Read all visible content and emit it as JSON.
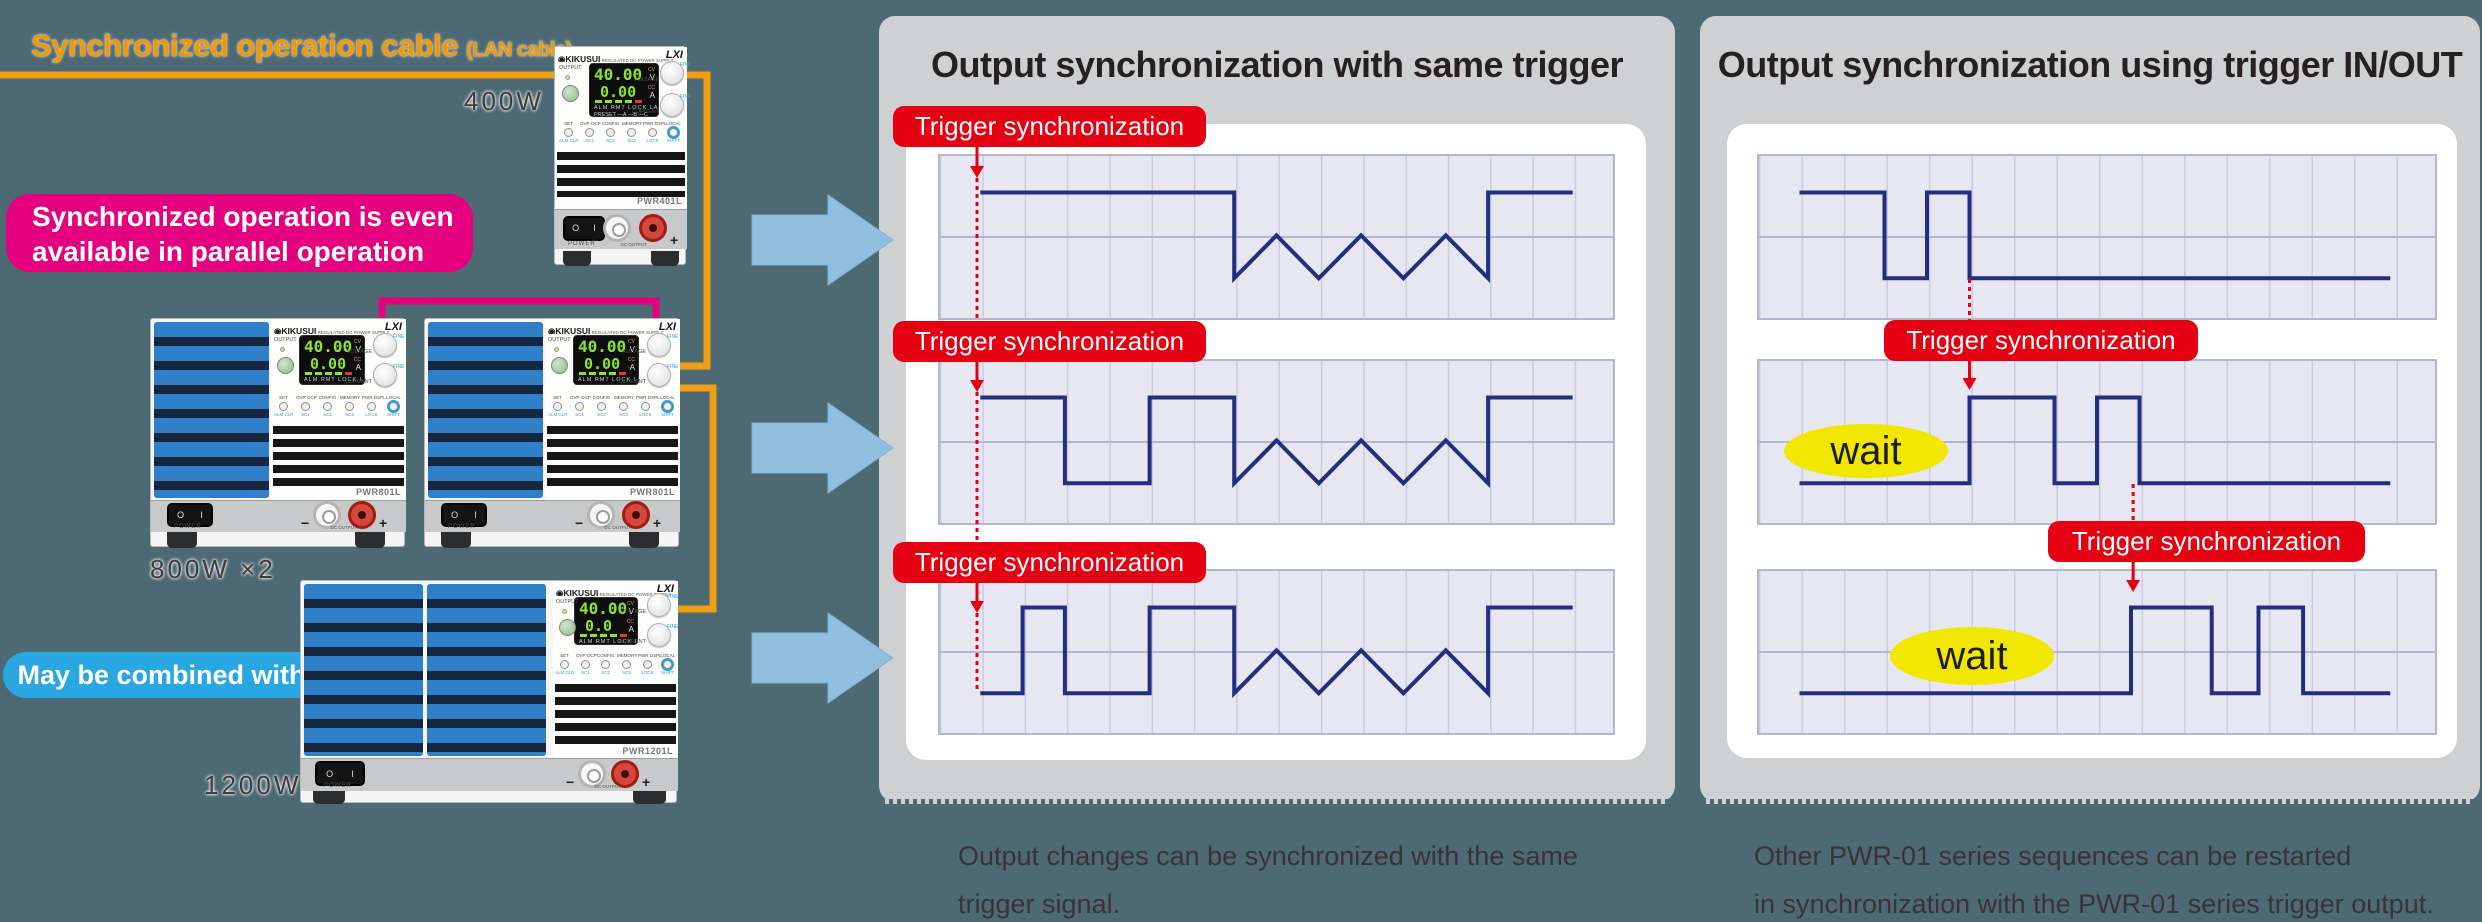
{
  "left": {
    "heading": "Synchronized operation cable",
    "heading_paren": "(LAN cable)",
    "pink_note_line1": "Synchronized operation is even",
    "pink_note_line2": "available in parallel operation",
    "blue_note": "May be combined with other models",
    "units": [
      {
        "model": "PWR401L",
        "watt_label": "400W",
        "volts": "40.00",
        "amps": "0.00"
      },
      {
        "model": "PWR801L",
        "watt_label": "800W ×2",
        "volts": "40.00",
        "amps": "0.00"
      },
      {
        "model": "PWR801L",
        "watt_label": "",
        "volts": "40.00",
        "amps": "0.00"
      },
      {
        "model": "PWR1201L",
        "watt_label": "1200W",
        "volts": "40.00",
        "amps": "0.0"
      }
    ],
    "psu": {
      "brand": "KIKUSUI",
      "brand_sub": "REGULATED DC POWER SUPPLY",
      "logo": "LXI",
      "output": "OUTPUT",
      "voltage": "VOLTAGE",
      "current": "CURRENT",
      "fine": "FINE",
      "cv": "CV",
      "cc": "CC",
      "unit_v": "V",
      "unit_a": "A",
      "status": "ALM  RMT  LOCK  LAN",
      "preset": "PRESET —A —B —C",
      "buttons_top": [
        "SET",
        "OVP·OCP",
        "CONFIG",
        "MEMORY",
        "PWR DSPL",
        "LOCAL"
      ],
      "buttons_bottom": [
        "ALM CLR",
        "SC1",
        "SC2",
        "SC3",
        "LOCK",
        "SHIFT"
      ],
      "power": "POWER",
      "minus": "−",
      "plus": "+",
      "dc_output": "DC OUTPUT"
    }
  },
  "strings": {
    "trigger_sync": "Trigger synchronization",
    "wait": "wait"
  },
  "chart_data": {
    "type": "line",
    "grid": {
      "cols": 16,
      "rows": 2,
      "x_range": [
        0,
        16
      ],
      "y_range": [
        0,
        1
      ]
    },
    "levels": {
      "h": 0.225,
      "l": 0.755,
      "p": 0.49
    },
    "panels": [
      {
        "title": "Output synchronization with same trigger",
        "caption": [
          "Output changes can be synchronized with the same",
          "trigger signal."
        ],
        "trigger_cell": 1,
        "charts": [
          {
            "name": "sequence-1",
            "points": [
              [
                1,
                "h"
              ],
              [
                7,
                "h"
              ],
              [
                7,
                "l"
              ],
              [
                8,
                "p"
              ],
              [
                9,
                "l"
              ],
              [
                10,
                "p"
              ],
              [
                11,
                "l"
              ],
              [
                12,
                "p"
              ],
              [
                13,
                "l"
              ],
              [
                13,
                "h"
              ],
              [
                15,
                "h"
              ]
            ]
          },
          {
            "name": "sequence-2",
            "points": [
              [
                1,
                "h"
              ],
              [
                3,
                "h"
              ],
              [
                3,
                "l"
              ],
              [
                5,
                "l"
              ],
              [
                5,
                "h"
              ],
              [
                7,
                "h"
              ],
              [
                7,
                "l"
              ],
              [
                8,
                "p"
              ],
              [
                9,
                "l"
              ],
              [
                10,
                "p"
              ],
              [
                11,
                "l"
              ],
              [
                12,
                "p"
              ],
              [
                13,
                "l"
              ],
              [
                13,
                "h"
              ],
              [
                15,
                "h"
              ]
            ]
          },
          {
            "name": "sequence-3",
            "points": [
              [
                1,
                "l"
              ],
              [
                2,
                "l"
              ],
              [
                2,
                "h"
              ],
              [
                3,
                "h"
              ],
              [
                3,
                "l"
              ],
              [
                5,
                "l"
              ],
              [
                5,
                "h"
              ],
              [
                7,
                "h"
              ],
              [
                7,
                "l"
              ],
              [
                8,
                "p"
              ],
              [
                9,
                "l"
              ],
              [
                10,
                "p"
              ],
              [
                11,
                "l"
              ],
              [
                12,
                "p"
              ],
              [
                13,
                "l"
              ],
              [
                13,
                "h"
              ],
              [
                15,
                "h"
              ]
            ]
          }
        ]
      },
      {
        "title": "Output synchronization using trigger IN/OUT",
        "caption": [
          "Other PWR-01 series sequences can be restarted",
          "in synchronization with the PWR-01 series trigger output."
        ],
        "charts": [
          {
            "name": "master-sequence",
            "trigger_out_cell": 5,
            "points": [
              [
                1,
                "h"
              ],
              [
                3,
                "h"
              ],
              [
                3,
                "l"
              ],
              [
                4,
                "l"
              ],
              [
                4,
                "h"
              ],
              [
                5,
                "h"
              ],
              [
                5,
                "l"
              ],
              [
                14.9,
                "l"
              ]
            ]
          },
          {
            "name": "wait-sequence-1",
            "trigger_out_cell": 8.85,
            "points": [
              [
                1,
                "l"
              ],
              [
                5,
                "l"
              ],
              [
                5,
                "h"
              ],
              [
                7,
                "h"
              ],
              [
                7,
                "l"
              ],
              [
                8,
                "l"
              ],
              [
                8,
                "h"
              ],
              [
                9,
                "h"
              ],
              [
                9,
                "l"
              ],
              [
                14.9,
                "l"
              ]
            ]
          },
          {
            "name": "wait-sequence-2",
            "points": [
              [
                1,
                "l"
              ],
              [
                8.8,
                "l"
              ],
              [
                8.8,
                "h"
              ],
              [
                10.7,
                "h"
              ],
              [
                10.7,
                "l"
              ],
              [
                11.8,
                "l"
              ],
              [
                11.8,
                "h"
              ],
              [
                12.85,
                "h"
              ],
              [
                12.85,
                "l"
              ],
              [
                14.9,
                "l"
              ]
            ]
          }
        ]
      }
    ]
  },
  "colors": {
    "background": "#4d6a74",
    "panel_gray": "#cfd0d1",
    "chart_bg": "#e7e7f2",
    "waveform": "#242e7e",
    "trigger_red": "#e50012",
    "cable_orange": "#ef9d13",
    "cable_pink": "#e4007f",
    "note_blue": "#29a7e0",
    "arrow_blue": "#90bfdf",
    "wait_yellow": "#f2e700"
  }
}
